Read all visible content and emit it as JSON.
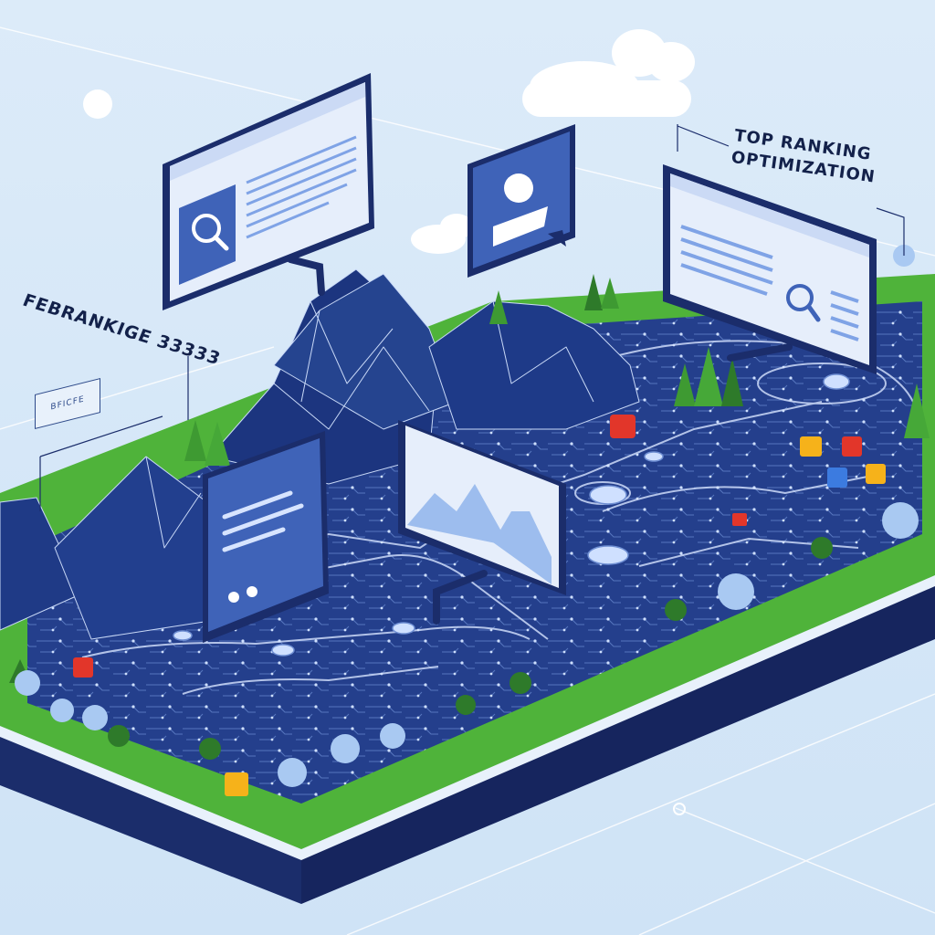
{
  "labels": {
    "rank_caption": "FEBRANKIGE 33333",
    "top_ranking_line1": "TOP RANKING",
    "top_ranking_line2": "OPTIMIZATION",
    "small_tag": "BFICFE"
  },
  "colors": {
    "sky": "#d9e9f8",
    "navy": "#1b2d6b",
    "board": "#2a4a9b",
    "grass": "#4fb33a",
    "panel": "#e6eefb",
    "panel_dark": "#3f63b8",
    "accent_red": "#e2362a",
    "accent_orange": "#f6b21a"
  },
  "icons": [
    "search-icon",
    "user-icon",
    "mountain-image-icon",
    "document-icon",
    "cloud-icon",
    "tree-icon"
  ]
}
